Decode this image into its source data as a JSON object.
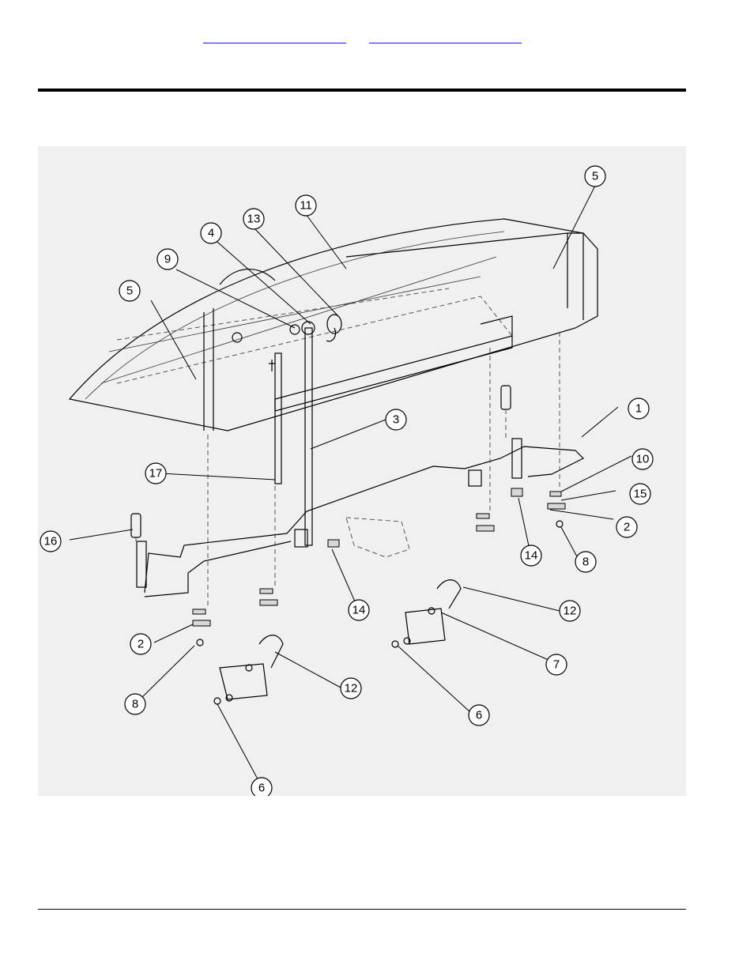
{
  "header": {
    "links": [
      {
        "label": ""
      },
      {
        "label": ""
      }
    ]
  },
  "diagram": {
    "callouts": [
      {
        "label": "1"
      },
      {
        "label": "2"
      },
      {
        "label": "2"
      },
      {
        "label": "3"
      },
      {
        "label": "4"
      },
      {
        "label": "5"
      },
      {
        "label": "5"
      },
      {
        "label": "6"
      },
      {
        "label": "6"
      },
      {
        "label": "7"
      },
      {
        "label": "8"
      },
      {
        "label": "8"
      },
      {
        "label": "9"
      },
      {
        "label": "10"
      },
      {
        "label": "11"
      },
      {
        "label": "12"
      },
      {
        "label": "12"
      },
      {
        "label": "13"
      },
      {
        "label": "14"
      },
      {
        "label": "14"
      },
      {
        "label": "15"
      },
      {
        "label": "16"
      },
      {
        "label": "17"
      }
    ]
  }
}
